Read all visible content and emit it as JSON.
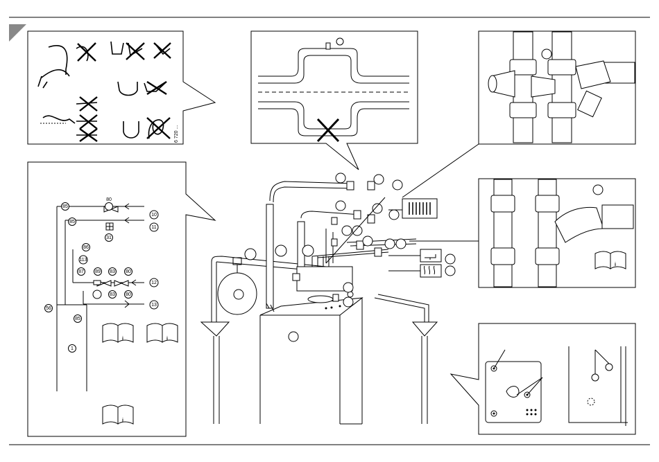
{
  "schematic": {
    "labels": [
      "85",
      "85",
      "80",
      "10",
      "11",
      "31",
      "86",
      "113",
      "87",
      "89",
      "83",
      "80",
      "12",
      "83",
      "80",
      "13",
      "56",
      "85",
      "1"
    ]
  },
  "main_callouts": {
    "labels": [
      "",
      "",
      "",
      "",
      "",
      "",
      "",
      "",
      "",
      "",
      "",
      "",
      "",
      "",
      "",
      "",
      "",
      "",
      "",
      ""
    ]
  },
  "manual_icons": [
    {
      "glyph": "i"
    },
    {
      "glyph": "i"
    },
    {
      "glyph": "i"
    },
    {
      "glyph": "i"
    }
  ],
  "tiny_print": "6 720 ..."
}
